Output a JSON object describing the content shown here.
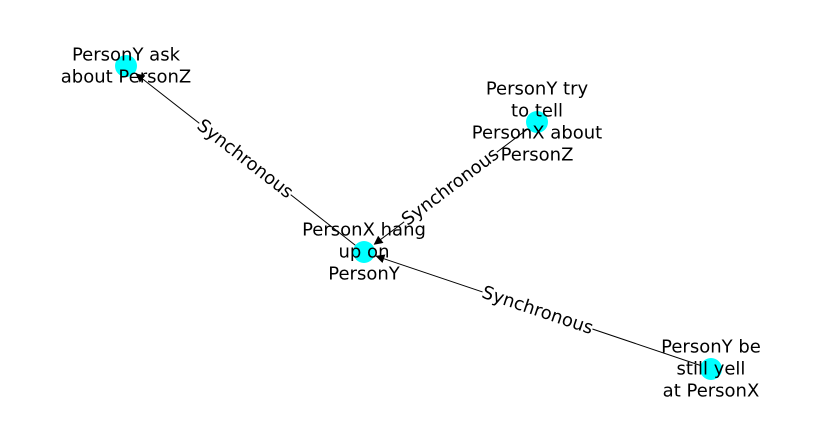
{
  "graph": {
    "node_color": "#00ffff",
    "edge_color": "#000000",
    "nodes": [
      {
        "id": "center",
        "label": [
          "PersonX hang",
          "up on",
          "PersonY"
        ]
      },
      {
        "id": "ask",
        "label": [
          "PersonY ask",
          "about PersonZ"
        ]
      },
      {
        "id": "tell",
        "label": [
          "PersonY try",
          "to tell",
          "PersonX about",
          "PersonZ"
        ]
      },
      {
        "id": "yell",
        "label": [
          "PersonY be",
          "still yell",
          "at PersonX"
        ]
      }
    ],
    "edges": [
      {
        "source": "center",
        "target": "ask",
        "label": "Synchronous"
      },
      {
        "source": "tell",
        "target": "center",
        "label": "Synchronous"
      },
      {
        "source": "yell",
        "target": "center",
        "label": "Synchronous"
      }
    ]
  }
}
